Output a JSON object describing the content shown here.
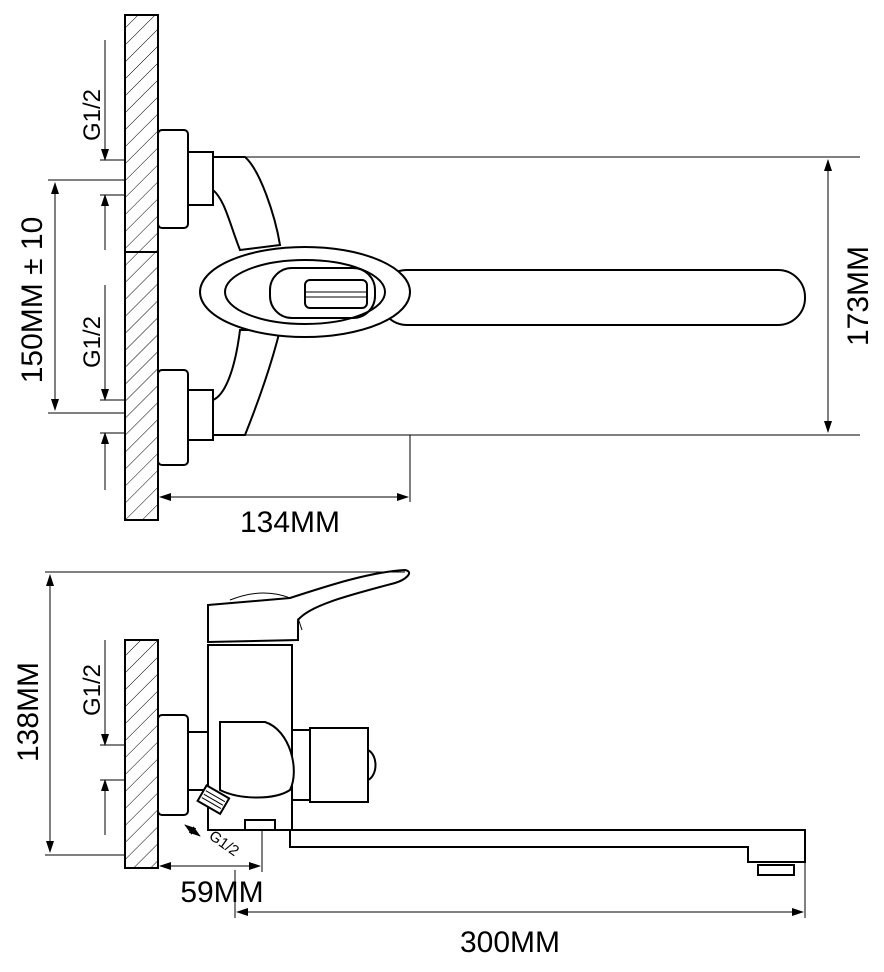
{
  "top_view": {
    "inlet_label_upper": "G1/2",
    "inlet_label_lower": "G1/2",
    "center_distance": "150MM ± 10",
    "height": "173MM",
    "depth": "134MM"
  },
  "side_view": {
    "inlet_label": "G1/2",
    "outlet_label": "G1/2",
    "height": "138MM",
    "wall_offset": "59MM",
    "spout_length": "300MM"
  }
}
